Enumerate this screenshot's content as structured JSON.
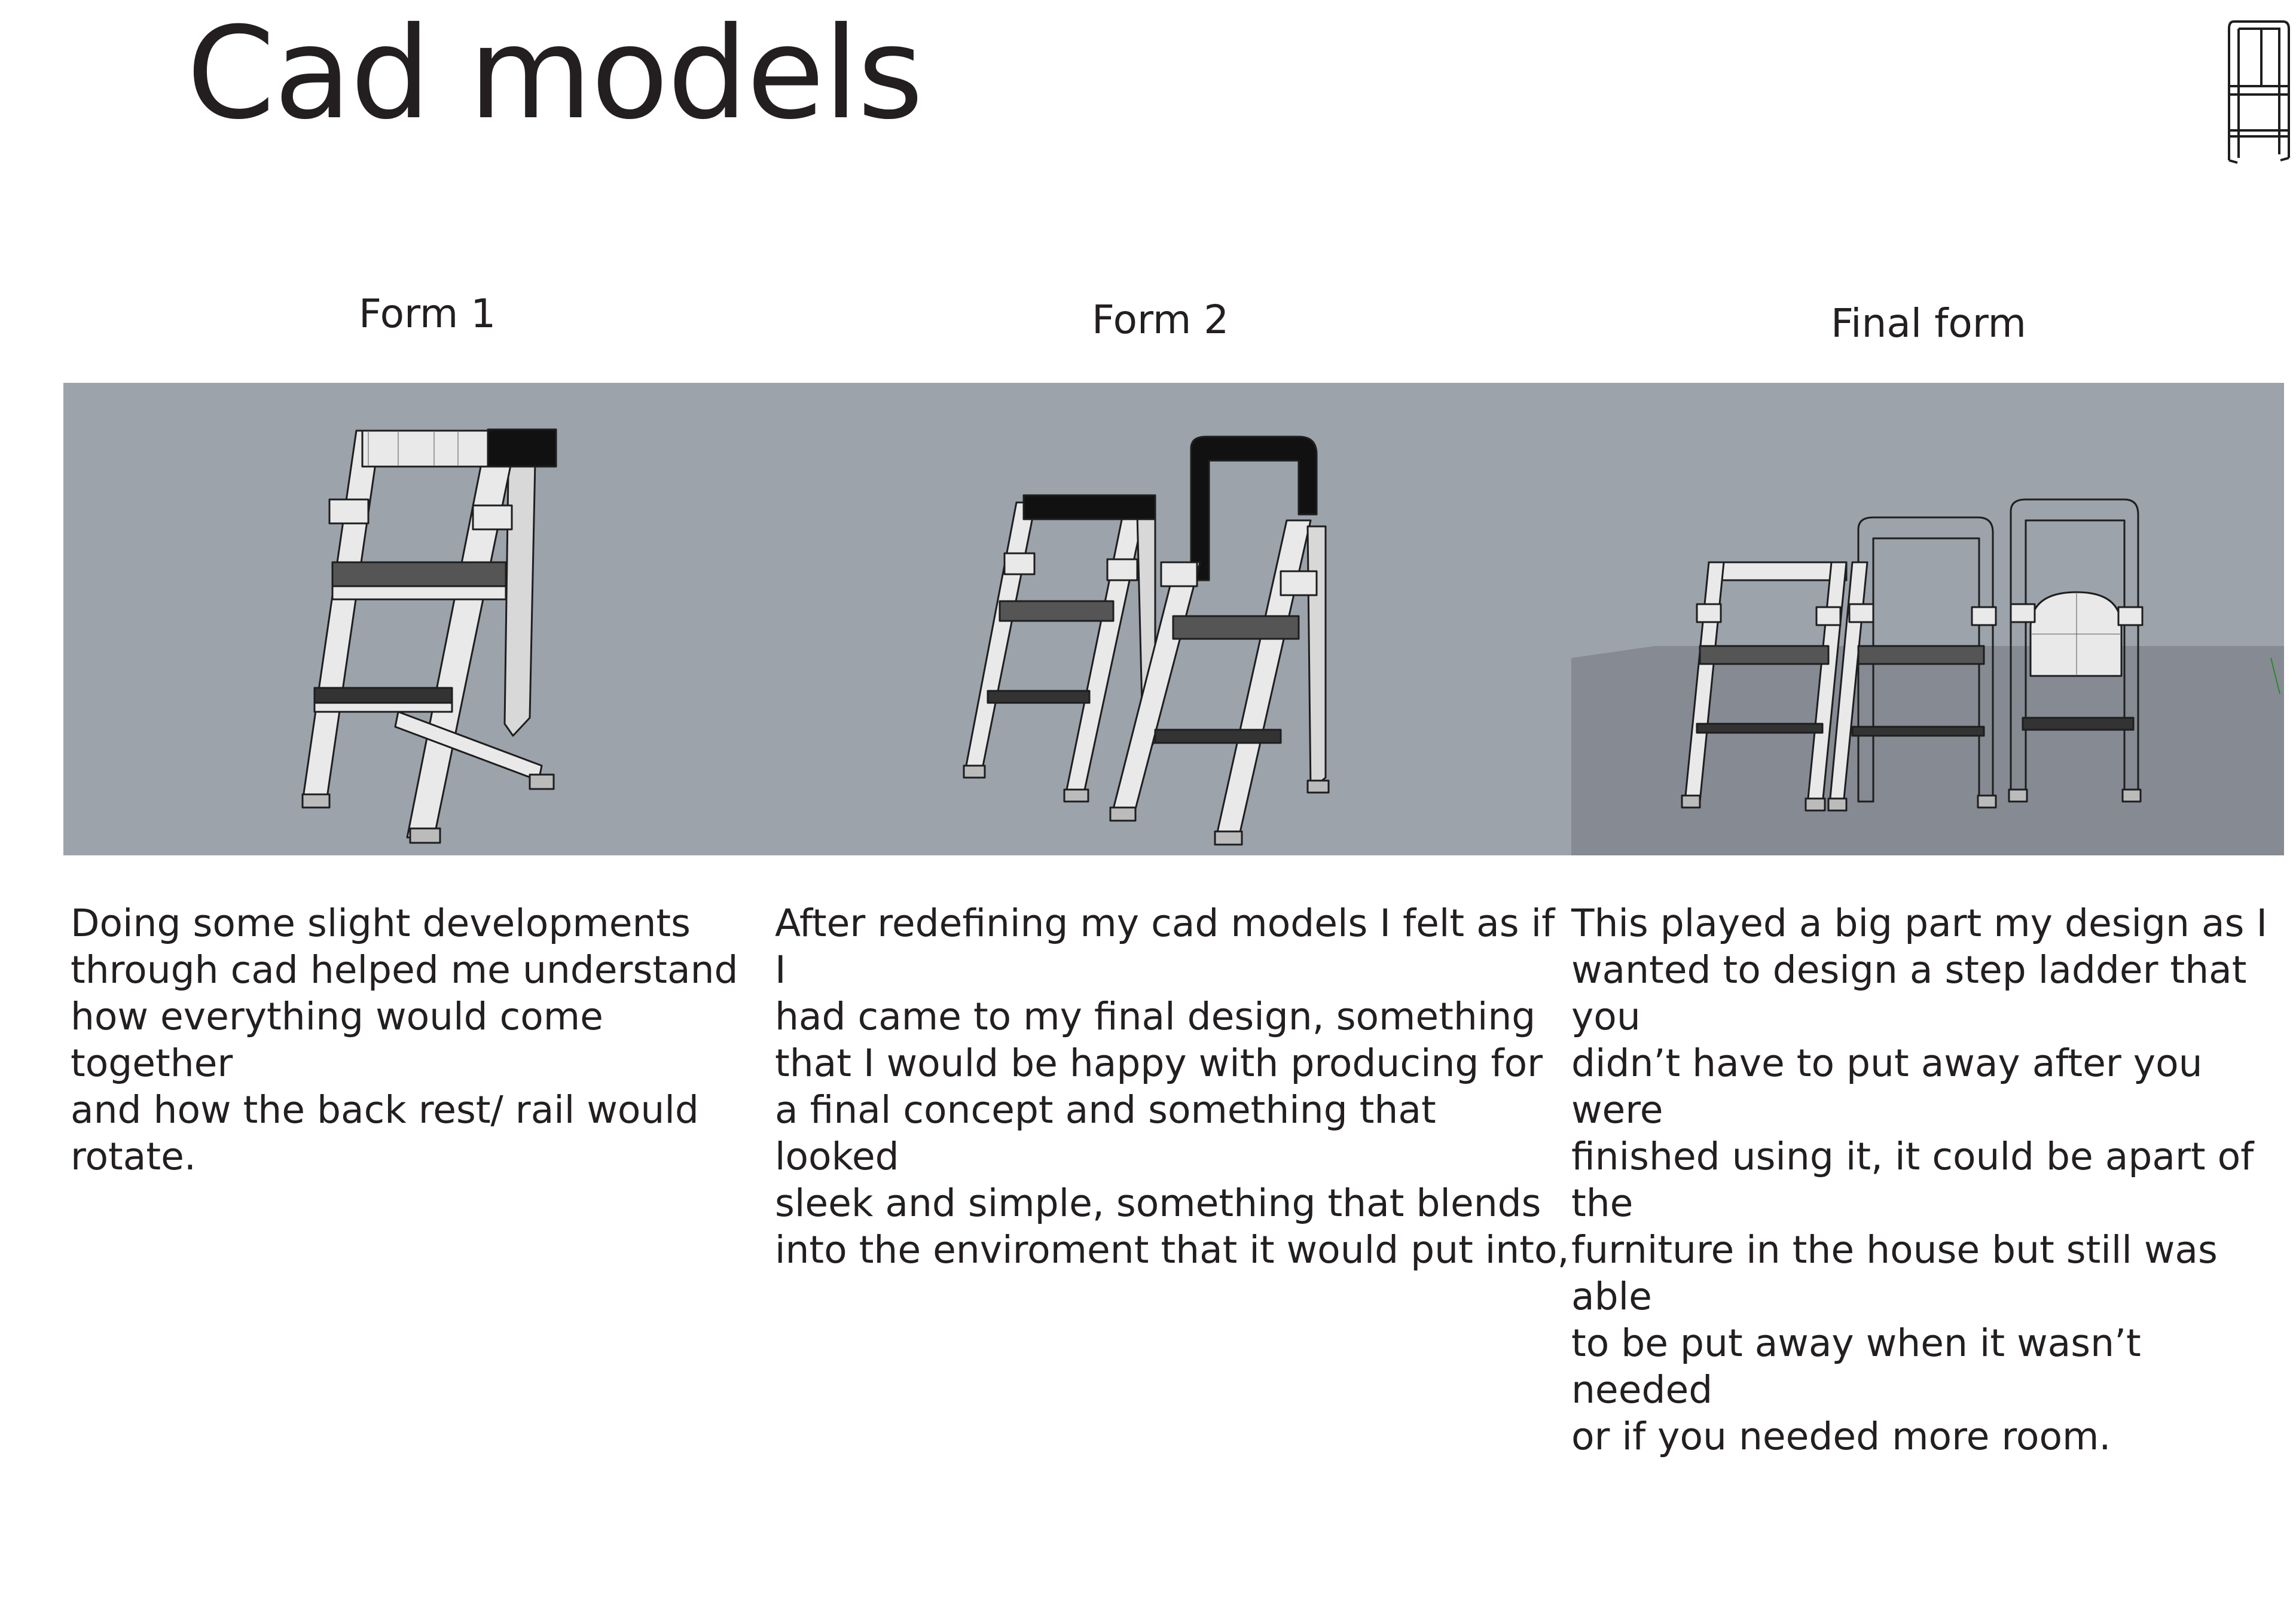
{
  "page": {
    "title": "Cad models"
  },
  "icons": {
    "corner": "folding-chair-icon"
  },
  "sections": [
    {
      "label": "Form 1",
      "render": "chair-render-single",
      "description": "Doing some slight developments\nthrough cad helped me understand\nhow everything would come together\nand how the back rest/ rail would\nrotate."
    },
    {
      "label": "Form 2",
      "render": "chair-render-pair",
      "description": "After redefining my cad models I felt as if I\nhad came to my final design, something\nthat I would be happy with producing for\na final concept and something that looked\nsleek and simple, something that blends\ninto the enviroment that it would put into,"
    },
    {
      "label": "Final form",
      "render": "chair-render-trio",
      "description": "This played a big part my design as I\nwanted to design a step ladder that you\ndidn’t have to put away after you were\nfinished using it, it could be apart of the\nfurniture in the house but still was able\nto be put away when it wasn’t needed\nor if you needed more room."
    }
  ],
  "colors": {
    "text": "#231f20",
    "viewport": "#9ca3ab",
    "floor": "#858a93",
    "wire": "#1e1e1e",
    "chair_fill": "#e9e9e9"
  }
}
